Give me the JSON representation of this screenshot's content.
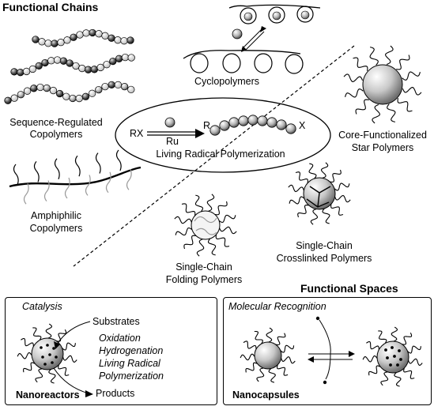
{
  "labels": {
    "functional_chains": "Functional Chains",
    "functional_spaces": "Functional Spaces",
    "cyclopolymers": "Cyclopolymers",
    "sequence_regulated": [
      "Sequence-Regulated",
      "Copolymers"
    ],
    "amphiphilic": [
      "Amphiphilic",
      "Copolymers"
    ],
    "core_functionalized": [
      "Core-Functionalized",
      "Star Polymers"
    ],
    "single_chain_crosslinked": [
      "Single-Chain",
      "Crosslinked Polymers"
    ],
    "single_chain_folding": [
      "Single-Chain",
      "Folding Polymers"
    ]
  },
  "center": {
    "rx": "RX",
    "ru": "Ru",
    "r": "R",
    "x": "X",
    "title": "Living Radical Polymerization"
  },
  "nanoreactor_panel": {
    "category": "Catalysis",
    "substrates": "Substrates",
    "reactions": [
      "Oxidation",
      "Hydrogenation",
      "Living Radical",
      "Polymerization"
    ],
    "name": "Nanoreactors",
    "products": "Products"
  },
  "nanocapsule_panel": {
    "category": "Molecular Recognition",
    "name": "Nanocapsules"
  }
}
